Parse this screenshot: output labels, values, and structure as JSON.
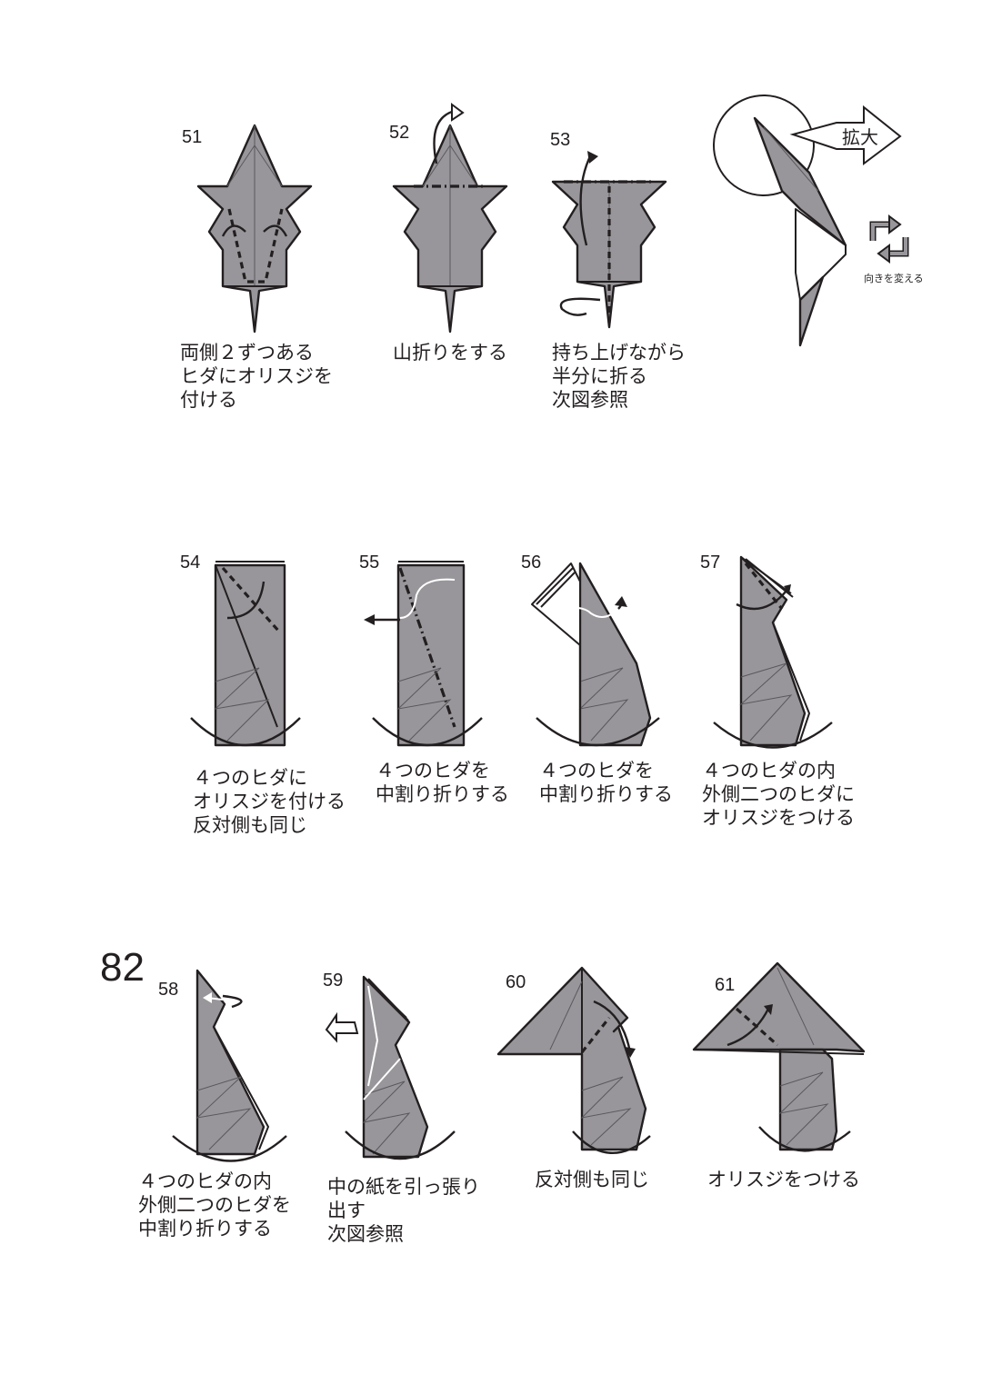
{
  "steps": [
    {
      "number": "51",
      "caption": "両側２ずつある\nヒダにオリスジを\n付ける"
    },
    {
      "number": "52",
      "caption": "山折りをする"
    },
    {
      "number": "53",
      "caption": "持ち上げながら\n半分に折る\n次図参照"
    },
    {
      "number": "54",
      "caption": "４つのヒダに\nオリスジを付ける\n反対側も同じ"
    },
    {
      "number": "55",
      "caption": "４つのヒダを\n中割り折りする"
    },
    {
      "number": "56",
      "caption": "４つのヒダを\n中割り折りする"
    },
    {
      "number": "57",
      "caption": "４つのヒダの内\n外側二つのヒダに\nオリスジをつける"
    },
    {
      "number": "58",
      "caption": "４つのヒダの内\n外側二つのヒダを\n中割り折りする"
    },
    {
      "number": "59",
      "caption": "中の紙を引っ張り\n出す\n次図参照"
    },
    {
      "number": "60",
      "caption": "反対側も同じ"
    },
    {
      "number": "61",
      "caption": "オリスジをつける"
    }
  ],
  "zoom_label": "拡大",
  "rotate_label": "向きを変える",
  "page_number": "82",
  "colors": {
    "paper": "#98969a",
    "line": "#231f20",
    "background": "#ffffff"
  },
  "icons": {
    "rotate": "rotate-arrows-icon",
    "zoom": "zoom-arrow-icon"
  }
}
